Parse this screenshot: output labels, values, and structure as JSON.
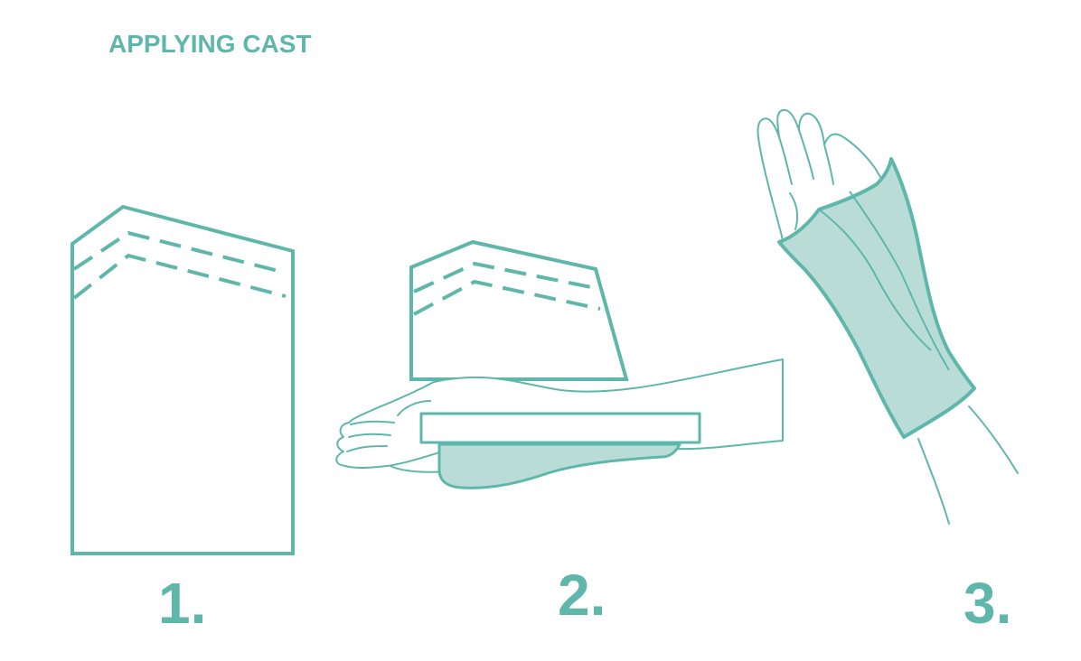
{
  "title": "APPLYING CAST",
  "steps": [
    {
      "number": "1."
    },
    {
      "number": "2."
    },
    {
      "number": "3."
    }
  ],
  "colors": {
    "accent": "#5fb7ab",
    "cast_fill": "#b9ddd6",
    "background": "#ffffff"
  }
}
